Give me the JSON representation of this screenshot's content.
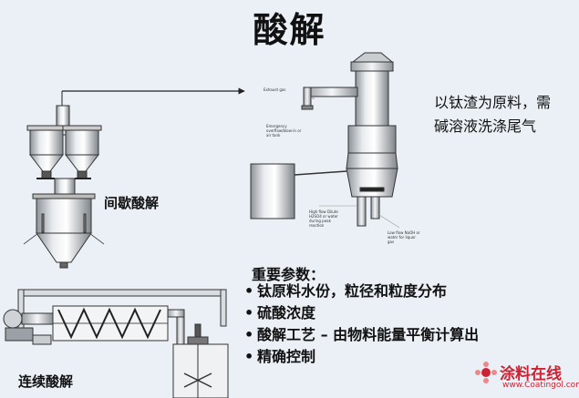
{
  "title": "酸解",
  "diagram": {
    "batch_label": "间歇酸解",
    "continuous_label": "连续酸解",
    "note_line1": "以钛渣为原料，需",
    "note_line2": "碱溶液洗涤尾气",
    "small_labels": {
      "exhaust": "Exhaust gas",
      "emergency": "Emergency overflow/blow-in or air tank",
      "hv_dilute": "High flow Dilute H2SO4 or water during peak reaction",
      "low_flow": "Low flow NaOH or water for liquor gas"
    }
  },
  "params": {
    "heading": "重要参数：",
    "items": [
      "钛原料水份，粒径和粒度分布",
      "硫酸浓度",
      "酸解工艺 – 由物料能量平衡计算出",
      "精确控制"
    ]
  },
  "watermark": {
    "cn": "涂料在线",
    "en": "www.Coatingol.com"
  }
}
